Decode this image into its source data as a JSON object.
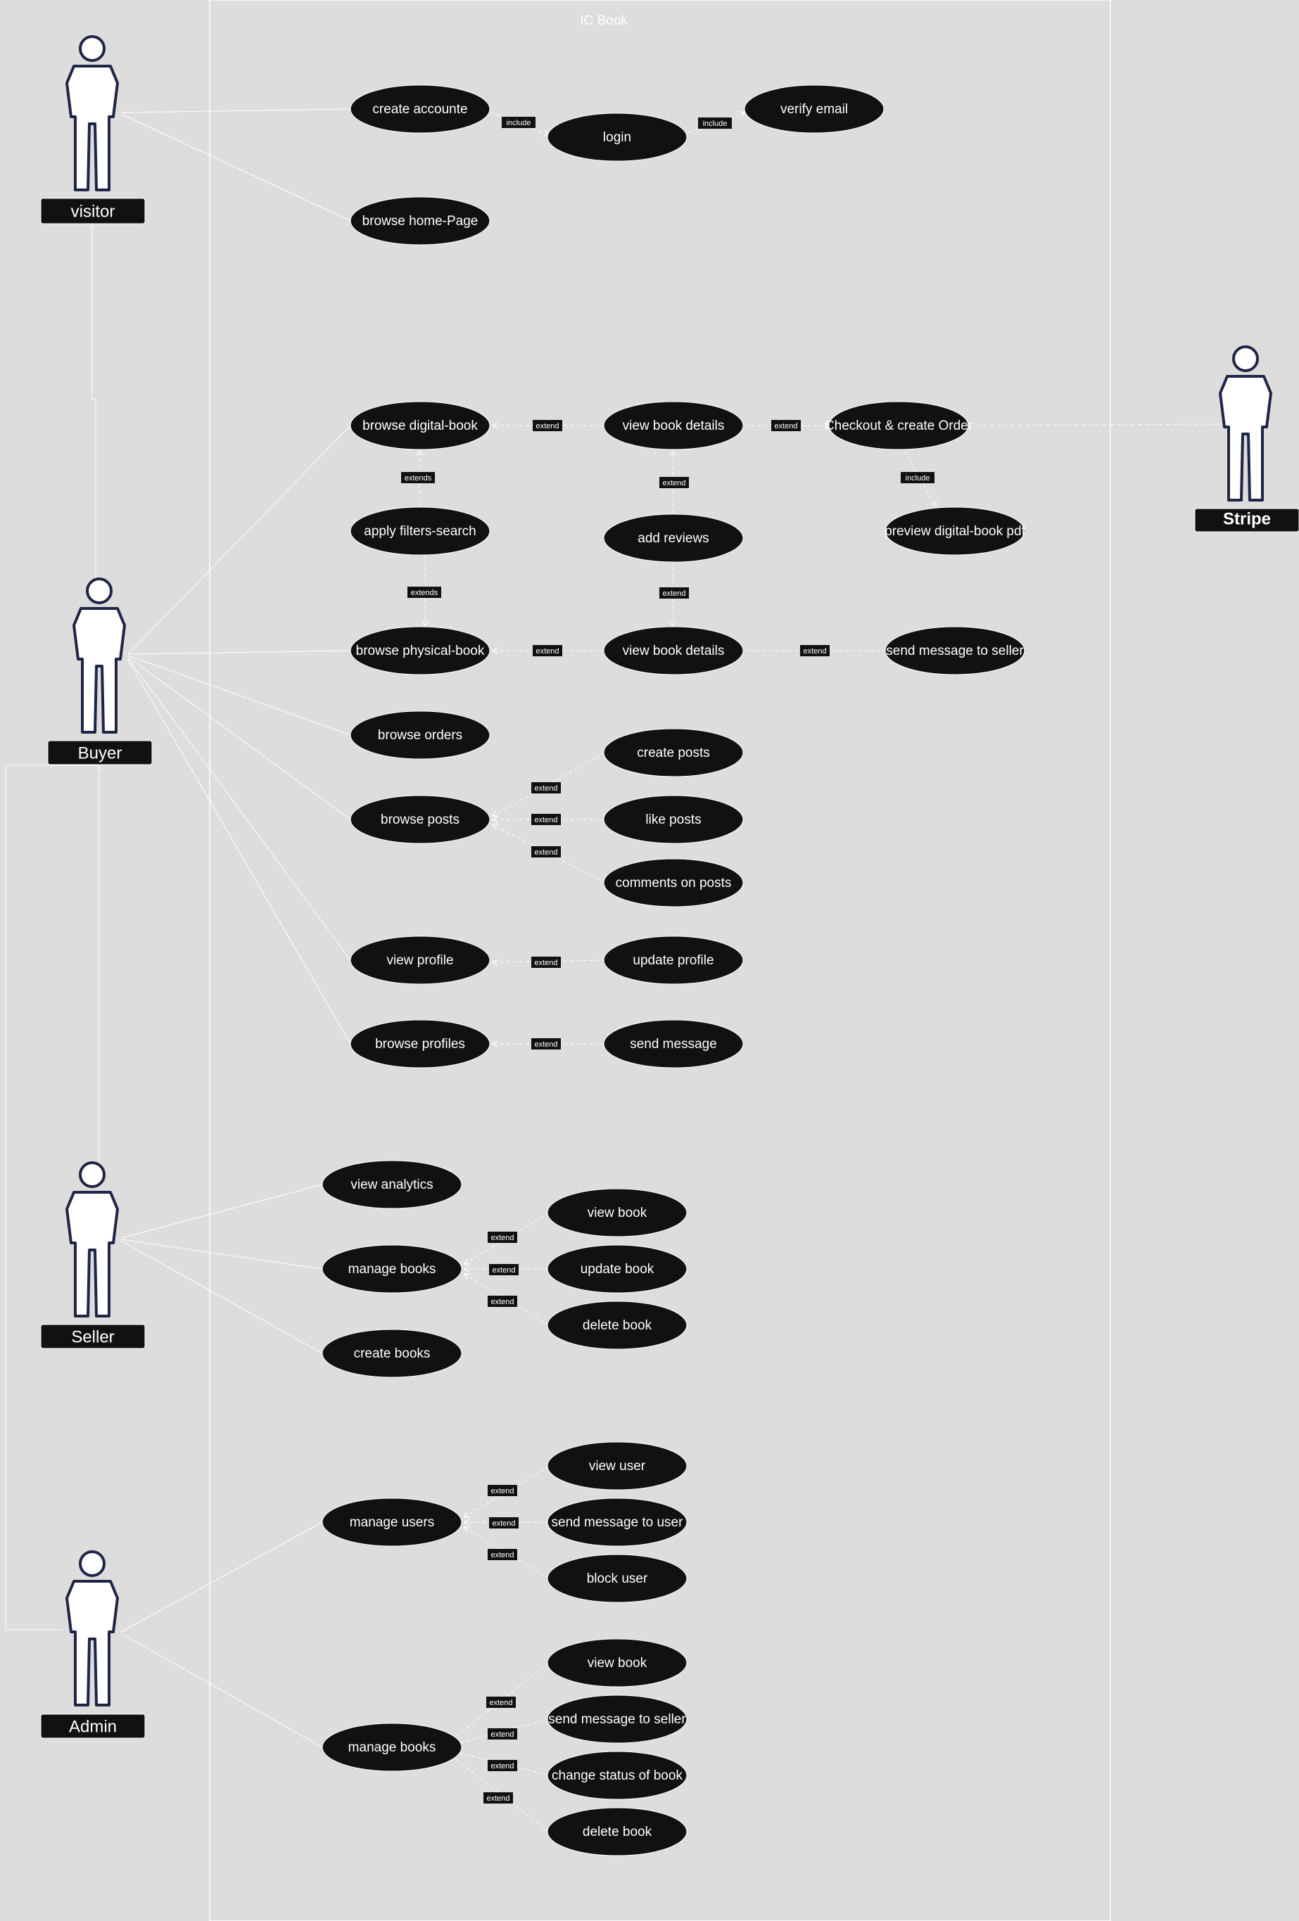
{
  "system": {
    "title": "IC Book"
  },
  "actors": [
    {
      "id": "visitor",
      "name": "visitor"
    },
    {
      "id": "buyer",
      "name": "Buyer"
    },
    {
      "id": "stripe",
      "name": "Stripe"
    },
    {
      "id": "seller",
      "name": "Seller"
    },
    {
      "id": "admin",
      "name": "Admin"
    }
  ],
  "use_cases": [
    {
      "id": "uc1",
      "label": "create accounte"
    },
    {
      "id": "uc2",
      "label": "login"
    },
    {
      "id": "uc3",
      "label": "verify email"
    },
    {
      "id": "uc4",
      "label": "browse home-Page"
    },
    {
      "id": "uc5",
      "label": "browse digital-book"
    },
    {
      "id": "uc6",
      "label": "view book details"
    },
    {
      "id": "uc7",
      "label": "Checkout & create Order"
    },
    {
      "id": "uc8",
      "label": "apply filters-search"
    },
    {
      "id": "uc9",
      "label": "add reviews"
    },
    {
      "id": "uc10",
      "label": "preview digital-book pdf"
    },
    {
      "id": "uc11",
      "label": "browse physical-book"
    },
    {
      "id": "uc12",
      "label": "view book details"
    },
    {
      "id": "uc13",
      "label": "send message to seller"
    },
    {
      "id": "uc14",
      "label": "browse orders"
    },
    {
      "id": "uc15",
      "label": "browse posts"
    },
    {
      "id": "uc16",
      "label": "create posts"
    },
    {
      "id": "uc17",
      "label": "like posts"
    },
    {
      "id": "uc18",
      "label": "comments on posts"
    },
    {
      "id": "uc19",
      "label": "view profile"
    },
    {
      "id": "uc20",
      "label": "update profile"
    },
    {
      "id": "uc21",
      "label": "browse profiles"
    },
    {
      "id": "uc22",
      "label": "send message"
    },
    {
      "id": "uc23",
      "label": "view analytics"
    },
    {
      "id": "uc24",
      "label": "manage books"
    },
    {
      "id": "uc25",
      "label": "view book"
    },
    {
      "id": "uc26",
      "label": "update book"
    },
    {
      "id": "uc27",
      "label": "delete book"
    },
    {
      "id": "uc28",
      "label": "create books"
    },
    {
      "id": "uc29",
      "label": "manage users"
    },
    {
      "id": "uc30",
      "label": "view user"
    },
    {
      "id": "uc31",
      "label": "send message to user"
    },
    {
      "id": "uc32",
      "label": "block user"
    },
    {
      "id": "uc33",
      "label": "manage books"
    },
    {
      "id": "uc34",
      "label": "view book"
    },
    {
      "id": "uc35",
      "label": "send message to seller"
    },
    {
      "id": "uc36",
      "label": "change status of book"
    },
    {
      "id": "uc37",
      "label": "delete book"
    }
  ],
  "relation_labels": {
    "include": "include",
    "extend": "extend",
    "extends": "extends"
  }
}
